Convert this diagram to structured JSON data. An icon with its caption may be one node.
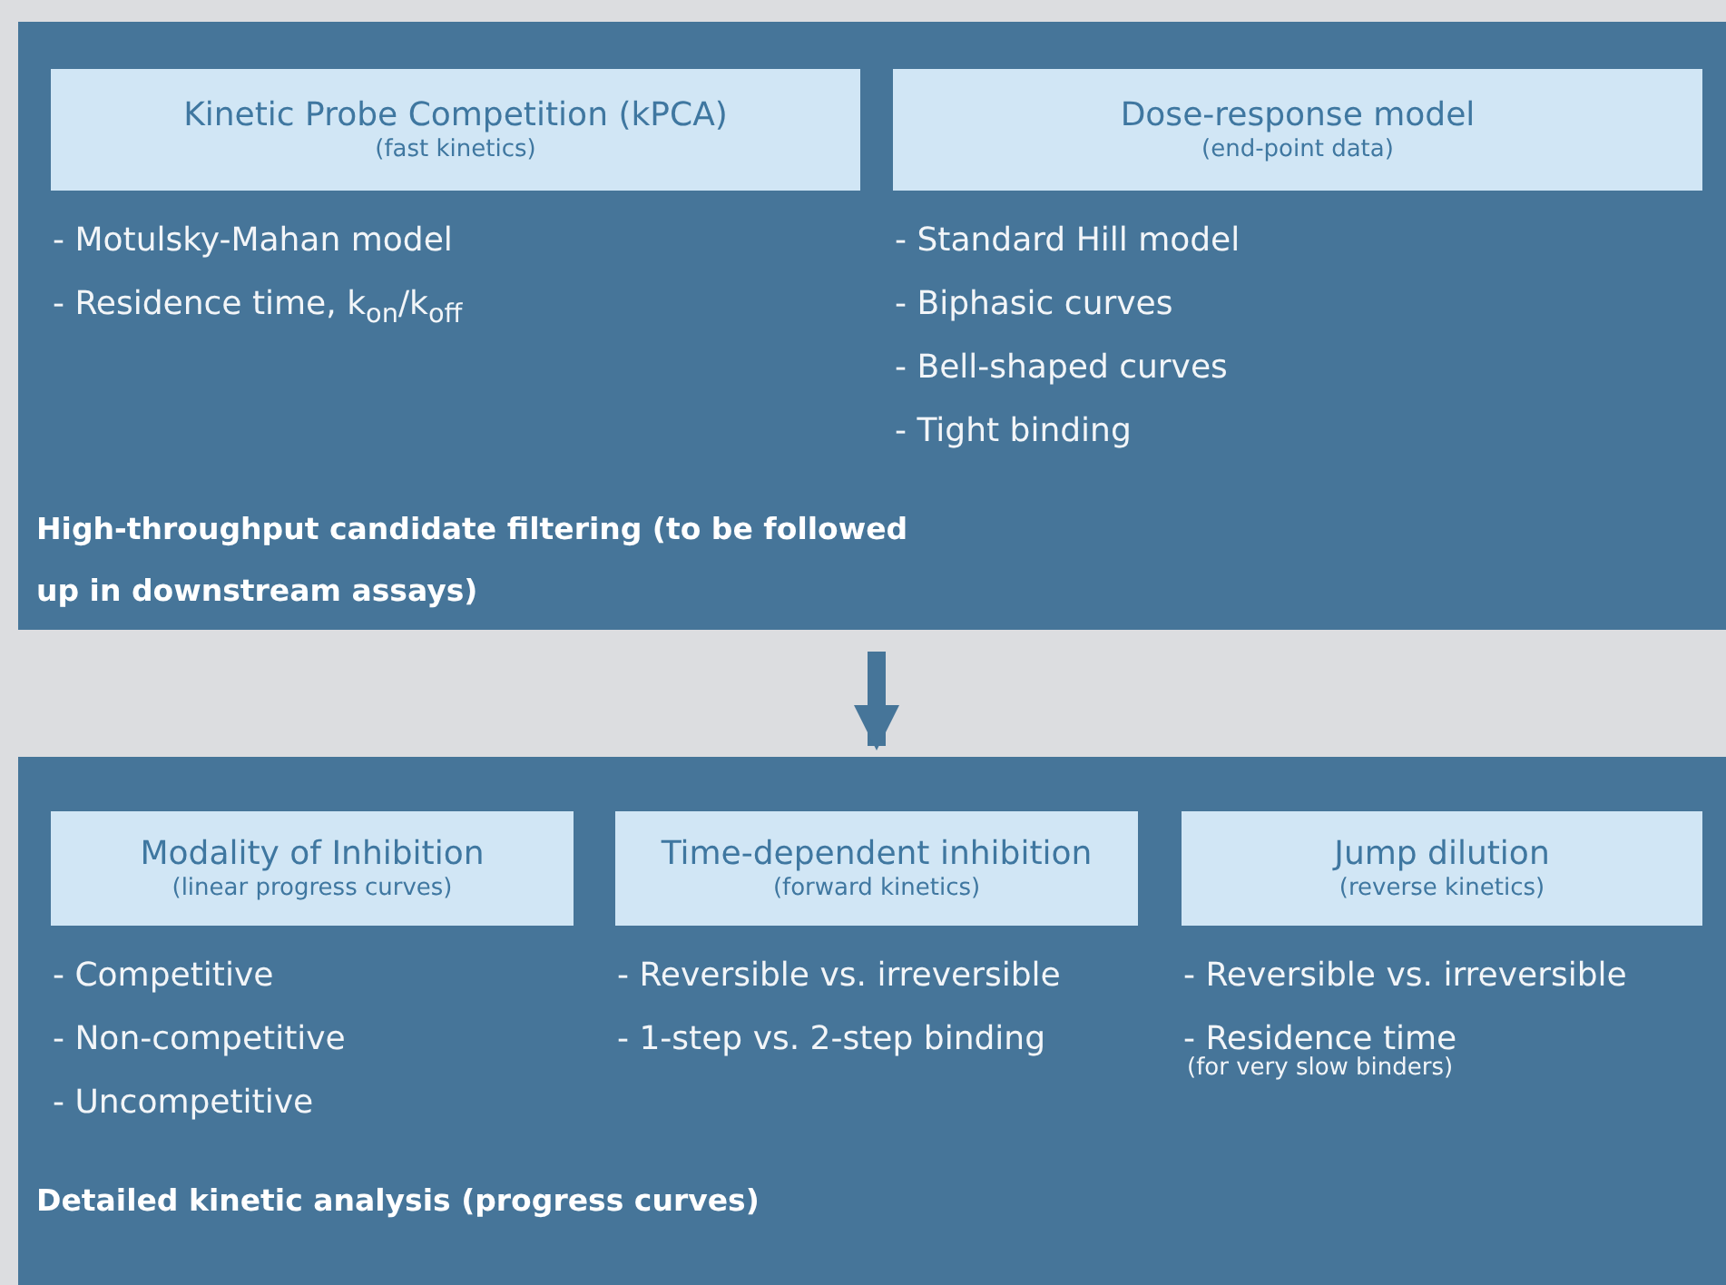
{
  "diagram": {
    "nodes": [
      {
        "text": [
          "High-throughput candidate filtering (to be followed up in downstream assays)"
        ]
      },
      {
        "text": [
          "Kinetic Probe Competition (kPCA)",
          "(fast kinetics)"
        ],
        "in": 0,
        "beside": [
          "- Motulsky-Mahan model",
          "- Residence time, k$_{on}$/k$_{off}$"
        ]
      },
      {
        "text": [
          "Dose-response model",
          "(end-point data)"
        ],
        "in": 0,
        "beside": [
          "- Standard Hill model",
          "- Biphasic curves",
          "- Bell-shaped curves",
          "- Tight binding"
        ]
      },
      {
        "text": [
          "Detailed kinetic analysis (progress curves)"
        ]
      },
      {
        "text": [
          "Modality of Inhibition",
          "(linear progress curves)"
        ],
        "in": 3,
        "beside": [
          "- Competitive",
          "- Non-competitive",
          "- Uncompetitive"
        ]
      },
      {
        "text": [
          "Time-dependent inhibition",
          "(forward kinetics)"
        ],
        "in": 3,
        "beside": [
          "- Reversible vs. irreversible",
          "- 1-step vs. 2-step binding"
        ]
      },
      {
        "text": [
          "Jump dilution",
          "(reverse kinetics)"
        ],
        "in": 3,
        "beside": [
          "- Reversible vs. irreversible",
          "- Residence time",
          "(for very slow binders)"
        ]
      }
    ],
    "edges": [
      {
        "from": 0,
        "to": 3,
        "arrow": "to"
      }
    ]
  }
}
